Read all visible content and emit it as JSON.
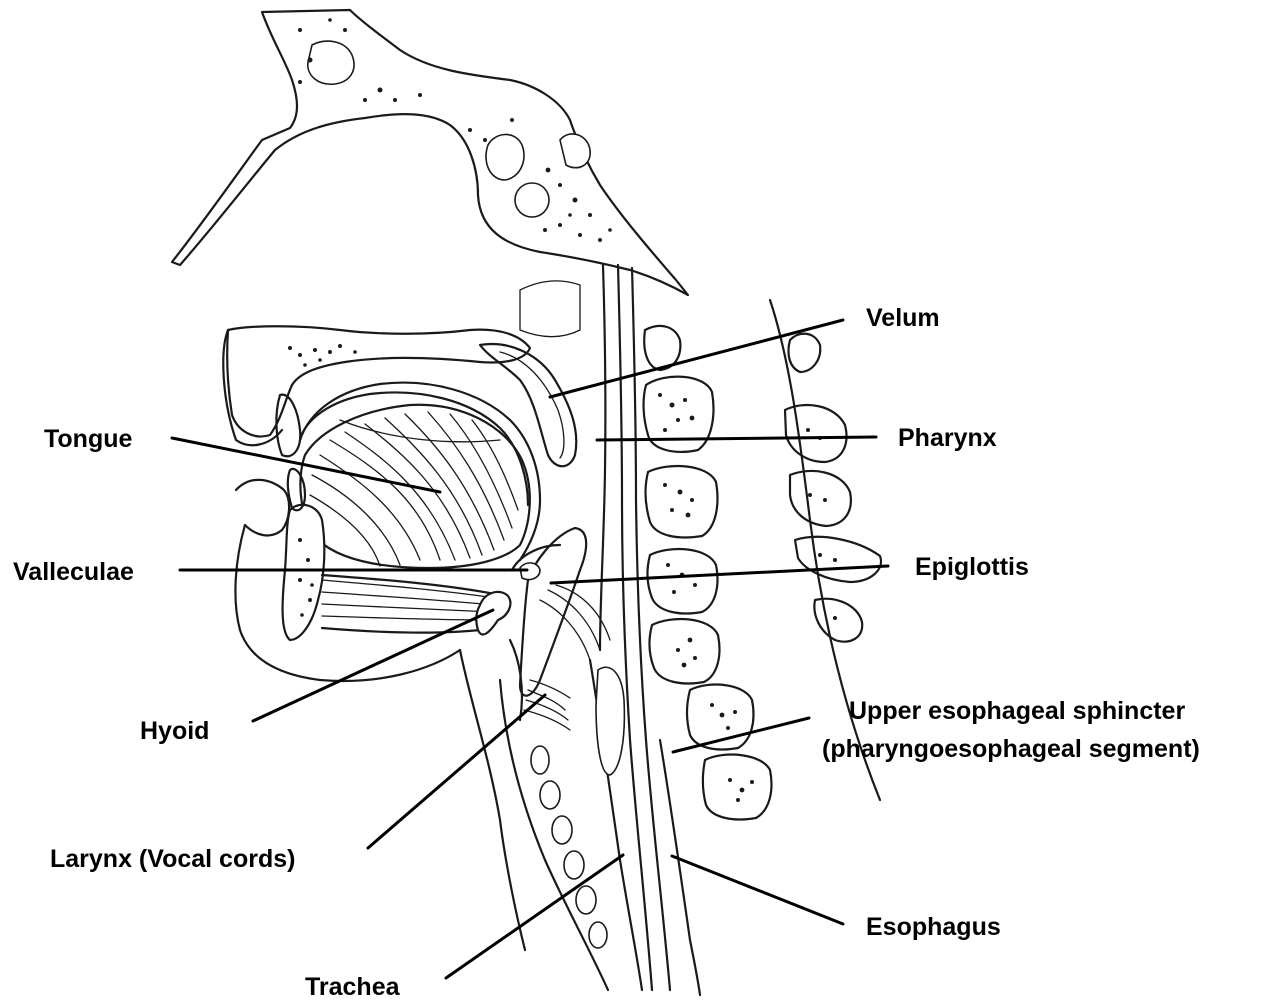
{
  "labels": {
    "velum": "Velum",
    "tongue": "Tongue",
    "pharynx": "Pharynx",
    "valleculae": "Valleculae",
    "epiglottis": "Epiglottis",
    "hyoid": "Hyoid",
    "ues_line1": "Upper esophageal sphincter",
    "ues_line2": "(pharyngoesophageal segment)",
    "larynx": "Larynx (Vocal cords)",
    "trachea": "Trachea",
    "esophagus": "Esophagus"
  }
}
